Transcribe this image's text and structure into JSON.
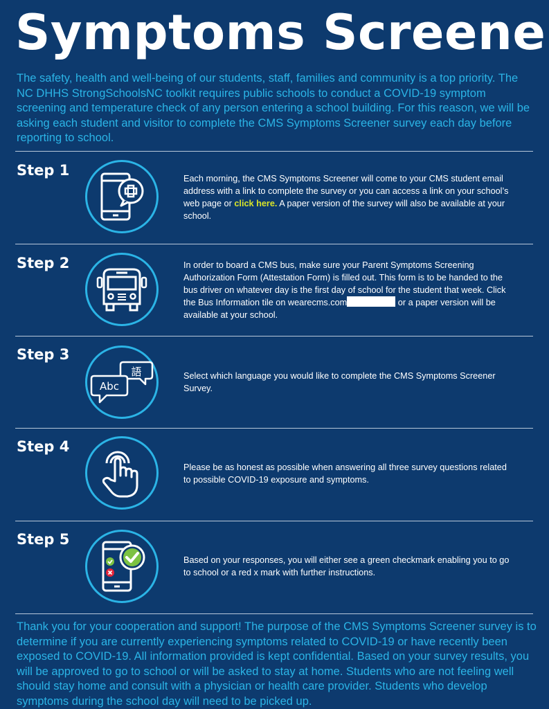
{
  "title": "Symptoms Screener",
  "intro": "The safety, health and well-being of our students, staff, families and community is a top priority. The NC DHHS StrongSchoolsNC toolkit requires public schools to conduct a COVID-19 symptom screening and temperature check of any person entering a school building. For this reason, we will be asking each student and visitor to complete the CMS Symptoms Screener survey each day before reporting to school.",
  "steps": [
    {
      "label": "Step 1",
      "icon": "phone-plus-icon",
      "text_before": "Each morning, the CMS Symptoms Screener will come to your CMS student email address with a link to complete the survey or you can access a link on your school’s web page or ",
      "link": "click here.",
      "text_after": " A paper version of the survey will also be available at your school."
    },
    {
      "label": "Step 2",
      "icon": "bus-icon",
      "text_before": "In order to board a CMS bus, make sure your Parent Symptoms Screening Authorization Form (Attestation Form) is filled out. This form is to be handed to the bus driver on whatever day is the first day of school for the student that week. Click the Bus Information tile on wearecms.com",
      "text_after": "or a paper version will be available at your school."
    },
    {
      "label": "Step 3",
      "icon": "language-chat-icon",
      "text": "Select which language you would like to complete the CMS Symptoms Screener Survey.",
      "icon_text_a": "Abc",
      "icon_text_b": "語"
    },
    {
      "label": "Step 4",
      "icon": "pointing-hand-icon",
      "text": "Please be as honest as possible when answering all three survey questions related to possible COVID-19 exposure and symptoms."
    },
    {
      "label": "Step 5",
      "icon": "phone-checkmark-icon",
      "text": "Based on your responses, you will either see a green checkmark enabling you to go to school or a red x mark with further instructions."
    }
  ],
  "outro": "Thank you for your cooperation and support! The purpose of the CMS Symptoms Screener survey is to determine if you are currently experiencing symptoms related to COVID-19 or have recently been exposed to COVID-19. All information provided is kept confidential. Based on your survey results, you will be approved to go to school or will be asked to stay at home. Students who are not feeling well should stay home and consult with a physician or health care provider. Students who develop symptoms during the school day will need to be picked up.",
  "colors": {
    "background": "#0d3a6e",
    "accent": "#2bb4e6",
    "link": "#d7e32a",
    "check": "#7cc242",
    "cross": "#e5253a"
  }
}
